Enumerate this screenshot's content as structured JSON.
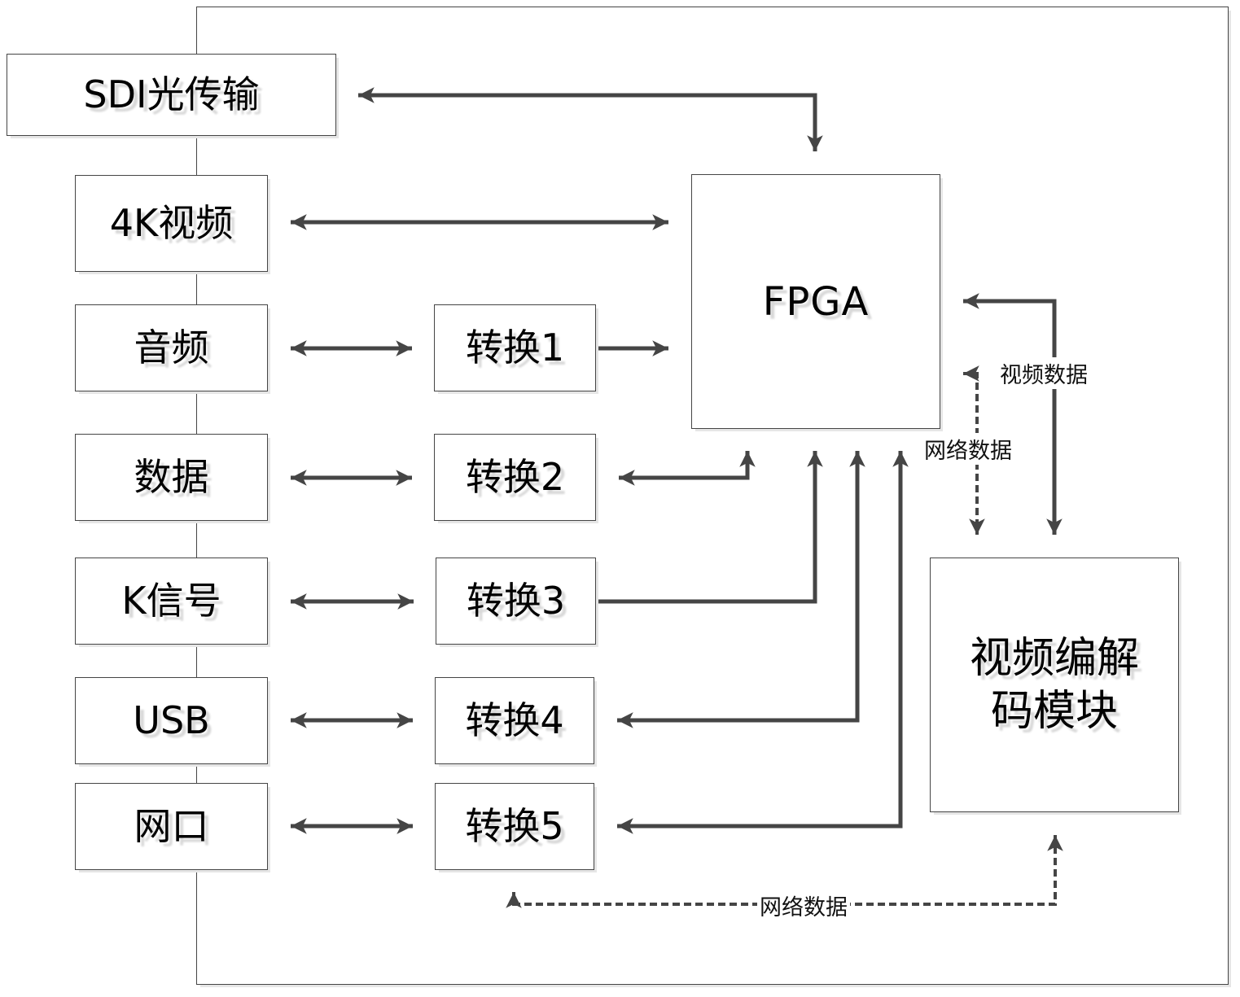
{
  "diagram": {
    "type": "block-diagram",
    "outer_frame": "system-boundary",
    "blocks": {
      "sdi": "SDI光传输",
      "video4k": "4K视频",
      "audio": "音频",
      "data": "数据",
      "ksignal": "K信号",
      "usb": "USB",
      "netport": "网口",
      "conv1": "转换1",
      "conv2": "转换2",
      "conv3": "转换3",
      "conv4": "转换4",
      "conv5": "转换5",
      "fpga": "FPGA",
      "codec": "视频编解\n码模块"
    },
    "edge_labels": {
      "video_data": "视频数据",
      "net_data_right": "网络数据",
      "net_data_bottom": "网络数据"
    },
    "connections": [
      {
        "from": "sdi",
        "to": "fpga",
        "style": "solid",
        "direction": "bidirectional"
      },
      {
        "from": "video4k",
        "to": "fpga",
        "style": "solid",
        "direction": "bidirectional"
      },
      {
        "from": "audio",
        "to": "conv1",
        "style": "solid",
        "direction": "bidirectional"
      },
      {
        "from": "conv1",
        "to": "fpga",
        "style": "solid",
        "direction": "forward"
      },
      {
        "from": "data",
        "to": "conv2",
        "style": "solid",
        "direction": "bidirectional"
      },
      {
        "from": "conv2",
        "to": "fpga",
        "style": "solid",
        "direction": "bidirectional"
      },
      {
        "from": "ksignal",
        "to": "conv3",
        "style": "solid",
        "direction": "bidirectional"
      },
      {
        "from": "conv3",
        "to": "fpga",
        "style": "solid",
        "direction": "forward"
      },
      {
        "from": "usb",
        "to": "conv4",
        "style": "solid",
        "direction": "bidirectional"
      },
      {
        "from": "conv4",
        "to": "fpga",
        "style": "solid",
        "direction": "bidirectional"
      },
      {
        "from": "netport",
        "to": "conv5",
        "style": "solid",
        "direction": "bidirectional"
      },
      {
        "from": "conv5",
        "to": "fpga",
        "style": "solid",
        "direction": "bidirectional"
      },
      {
        "from": "fpga",
        "to": "codec",
        "style": "solid",
        "direction": "bidirectional",
        "label": "视频数据"
      },
      {
        "from": "fpga",
        "to": "codec",
        "style": "dashed",
        "direction": "bidirectional",
        "label": "网络数据"
      },
      {
        "from": "conv5",
        "to": "codec",
        "style": "dashed",
        "direction": "bidirectional",
        "label": "网络数据"
      }
    ],
    "colors": {
      "line": "#454545",
      "border": "#454545",
      "shadow": "#e6e6e6",
      "text": "#000000"
    }
  }
}
